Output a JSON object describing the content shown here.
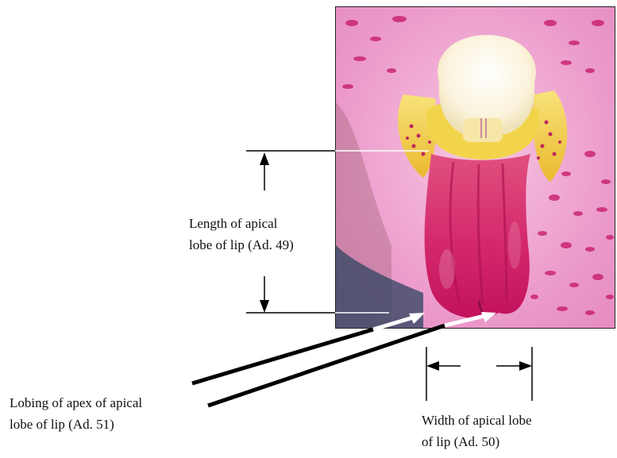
{
  "labels": {
    "length": {
      "line1": "Length of apical",
      "line2": "lobe of lip (Ad. 49)"
    },
    "lobing": {
      "line1": "Lobing of apex of apical",
      "line2": "lobe of lip (Ad. 51)"
    },
    "width": {
      "line1": "Width of apical lobe",
      "line2": "of lip (Ad. 50)"
    }
  },
  "colors": {
    "petal_pink": "#e98fc0",
    "spot_magenta": "#c81e6e",
    "lip_magenta": "#d0206a",
    "callus_yellow": "#f2d44a",
    "column_cream": "#fbf3dc"
  }
}
